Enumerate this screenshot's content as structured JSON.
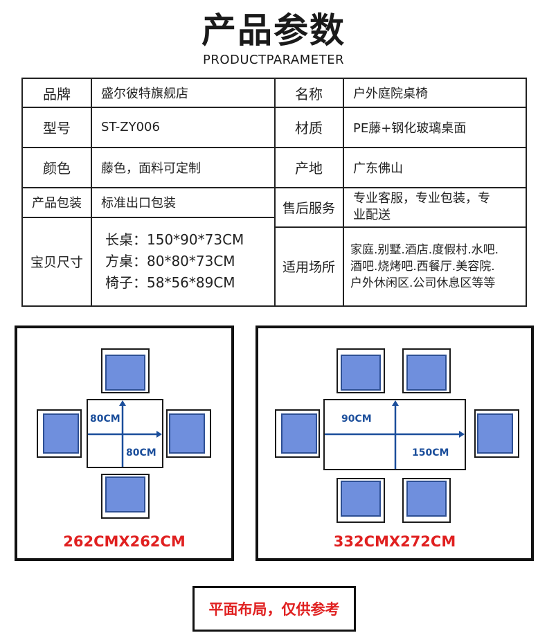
{
  "header": {
    "title": "产品参数",
    "subtitle": "PRODUCTPARAMETER"
  },
  "params": {
    "brand_label": "品牌",
    "brand_value": "盛尔彼特旗舰店",
    "name_label": "名称",
    "name_value": "户外庭院桌椅",
    "model_label": "型号",
    "model_value": "ST-ZY006",
    "material_label": "材质",
    "material_value": "PE藤+钢化玻璃桌面",
    "color_label": "颜色",
    "color_value": "藤色，面料可定制",
    "origin_label": "产地",
    "origin_value": "广东佛山",
    "package_label": "产品包装",
    "package_value": "标准出口包装",
    "service_label": "售后服务",
    "service_value_1": "专业客服，专业包装，专",
    "service_value_2": "业配送",
    "size_label": "宝贝尺寸",
    "size_values": [
      "长桌：150*90*73CM",
      "方桌：80*80*73CM",
      "椅子：58*56*89CM"
    ],
    "scene_label": "适用场所",
    "scene_values": [
      "家庭.别墅.酒店.度假村.水吧.",
      "酒吧.烧烤吧.西餐厅.美容院.",
      "户外休闲区.公司休息区等等"
    ]
  },
  "plans": {
    "square": {
      "width_label": "80CM",
      "depth_label": "80CM",
      "area_label": "262CMX262CM"
    },
    "rect": {
      "depth_label": "90CM",
      "width_label": "150CM",
      "area_label": "332CMX272CM"
    }
  },
  "note": "平面布局，仅供参考",
  "colors": {
    "seat_fill": "#6f8fdd",
    "dimension_text": "#1b4e9b",
    "accent_red": "#e02020"
  }
}
